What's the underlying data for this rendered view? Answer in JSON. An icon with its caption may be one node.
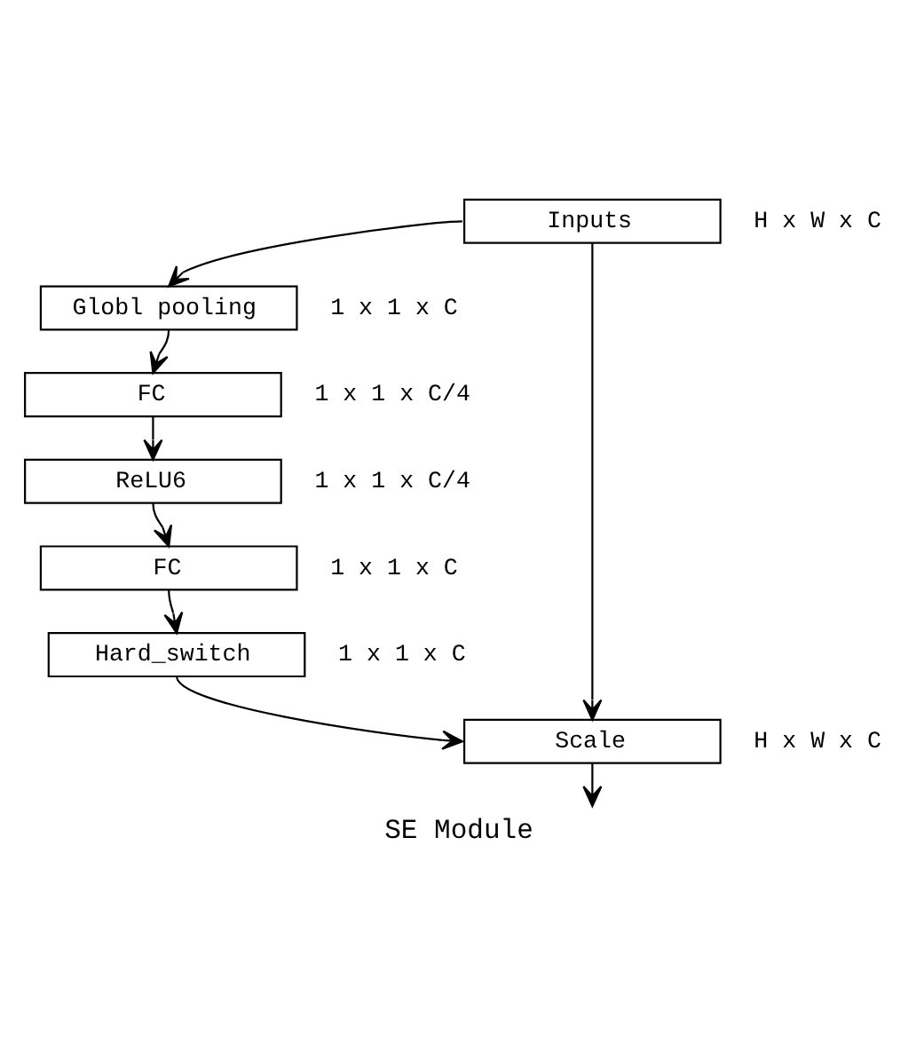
{
  "diagram": {
    "caption": "SE Module",
    "nodes": [
      {
        "text": [
          "Inputs"
        ],
        "beside": [
          "H x W x C"
        ]
      },
      {
        "text": [
          "Globl pooling"
        ],
        "beside": [
          "1 x 1 x C"
        ]
      },
      {
        "text": [
          "FC"
        ],
        "beside": [
          "1 x 1 x C/4"
        ]
      },
      {
        "text": [
          "ReLU6"
        ],
        "beside": [
          "1 x 1 x C/4"
        ]
      },
      {
        "text": [
          "FC"
        ],
        "beside": [
          "1 x 1 x C"
        ]
      },
      {
        "text": [
          "Hard_switch"
        ],
        "beside": [
          "1 x 1 x C"
        ]
      },
      {
        "text": [
          "Scale"
        ],
        "beside": [
          "H x W x C"
        ]
      }
    ],
    "edges": [
      {
        "from": 0,
        "to": 1,
        "arrow": "to"
      },
      {
        "from": 1,
        "to": 2,
        "arrow": "to"
      },
      {
        "from": 2,
        "to": 3,
        "arrow": "to"
      },
      {
        "from": 3,
        "to": 4,
        "arrow": "to"
      },
      {
        "from": 4,
        "to": 5,
        "arrow": "to"
      },
      {
        "from": 5,
        "to": 6,
        "arrow": "to"
      },
      {
        "from": 0,
        "to": 6,
        "arrow": "to"
      },
      {
        "from": 6,
        "to": null,
        "arrow": "to"
      }
    ]
  }
}
